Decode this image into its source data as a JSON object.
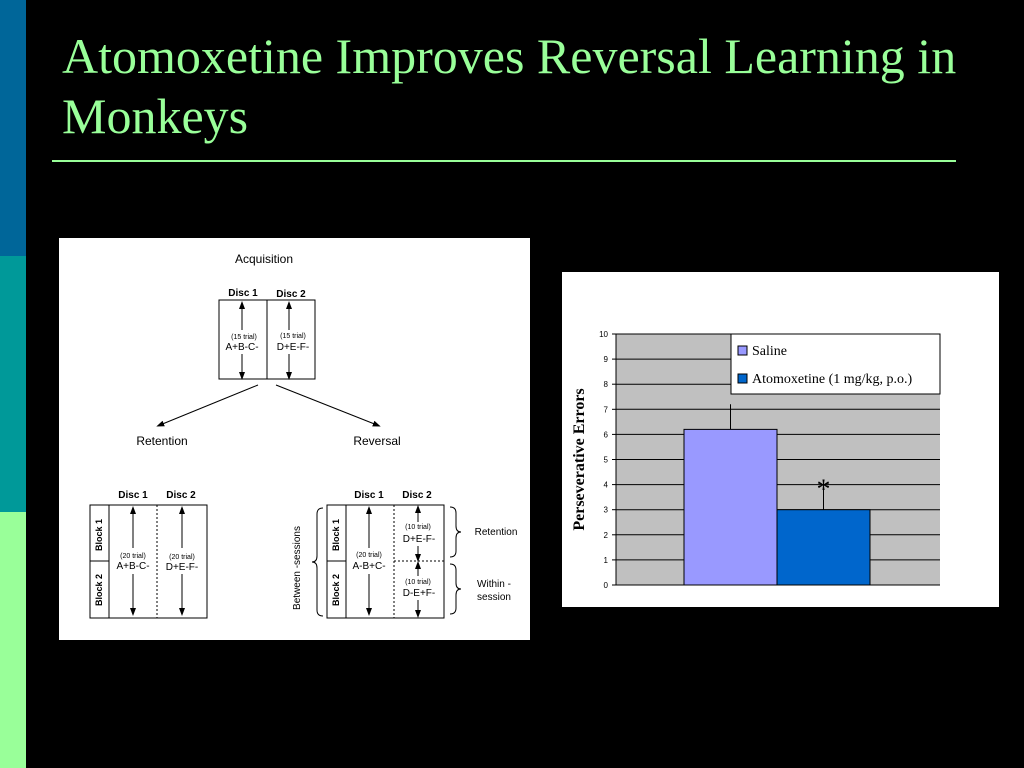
{
  "slide": {
    "title": "Atomoxetine Improves Reversal Learning in Monkeys",
    "colors": {
      "background": "#000000",
      "title": "#99ff99",
      "sidebar_top": "#006699",
      "sidebar_mid": "#009999",
      "sidebar_bottom": "#99ff99"
    }
  },
  "diagram": {
    "acquisition": {
      "label": "Acquisition",
      "disc1_header": "Disc 1",
      "disc2_header": "Disc 2",
      "disc1_trials": "(15 trial)",
      "disc1_code": "A+B-C-",
      "disc2_trials": "(15 trial)",
      "disc2_code": "D+E-F-"
    },
    "retention_label": "Retention",
    "reversal_label": "Reversal",
    "retention_table": {
      "disc1_header": "Disc 1",
      "disc2_header": "Disc 2",
      "block1": "Block 1",
      "block2": "Block 2",
      "disc1_trials": "(20 trial)",
      "disc1_code": "A+B-C-",
      "disc2_trials": "(20 trial)",
      "disc2_code": "D+E-F-"
    },
    "reversal_table": {
      "disc1_header": "Disc 1",
      "disc2_header": "Disc 2",
      "block1": "Block 1",
      "block2": "Block 2",
      "between_sessions": "Between -sessions",
      "disc1_trials": "(20 trial)",
      "disc1_code": "A-B+C-",
      "block1_disc2_trials": "(10 trial)",
      "block1_disc2_code": "D+E-F-",
      "block2_disc2_trials": "(10 trial)",
      "block2_disc2_code": "D-E+F-",
      "retention_brace": "Retention",
      "within_session_line1": "Within -",
      "within_session_line2": "session"
    }
  },
  "chart_data": {
    "type": "bar",
    "categories": [
      ""
    ],
    "series": [
      {
        "name": "Saline",
        "values": [
          6.2
        ],
        "error": [
          1.0
        ],
        "color": "#9999ff"
      },
      {
        "name": "Atomoxetine (1 mg/kg, p.o.)",
        "values": [
          3.0
        ],
        "error": [
          0.85
        ],
        "color": "#0066cc"
      }
    ],
    "ylabel": "Perseverative Errors",
    "ylim": [
      0,
      10
    ],
    "yticks": [
      "0",
      "1",
      "2",
      "3",
      "4",
      "5",
      "6",
      "7",
      "8",
      "9",
      "10"
    ],
    "grid": true,
    "plot_background": "#c0c0c0",
    "legend_position": "top-right",
    "annotation": "*"
  }
}
